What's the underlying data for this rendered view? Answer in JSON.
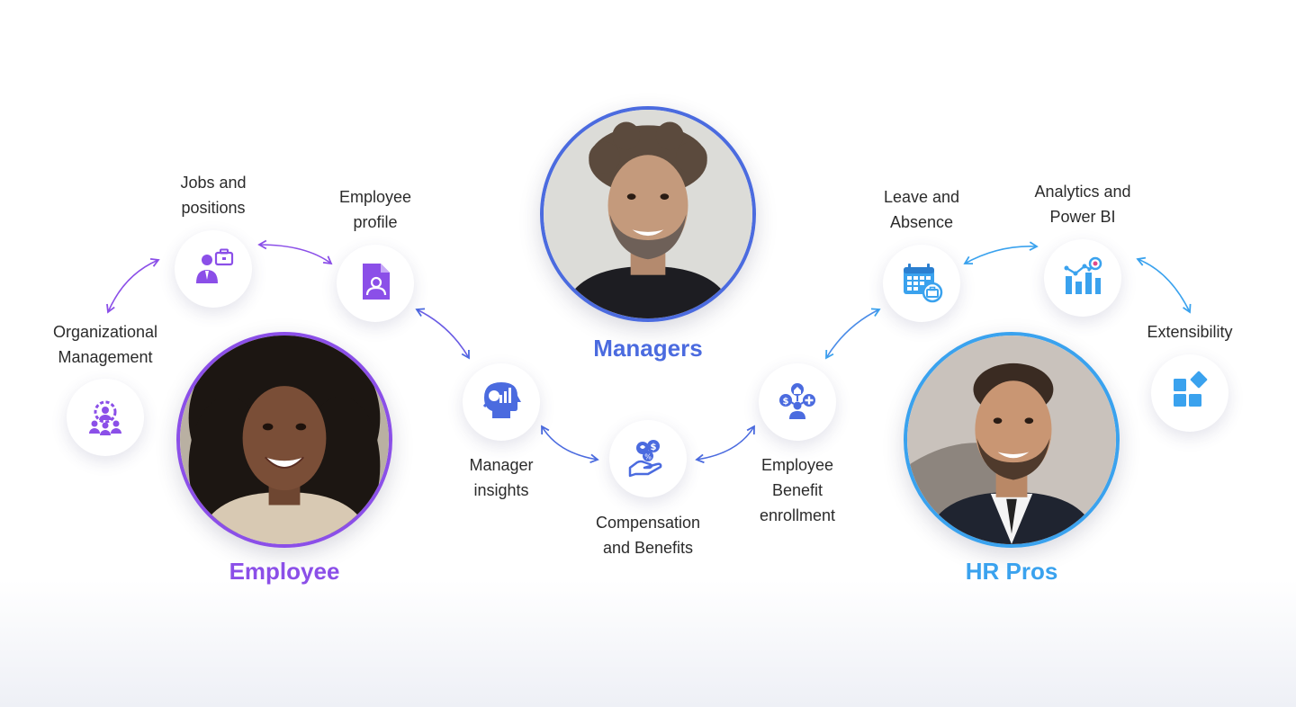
{
  "colors": {
    "employee": "#8b4fe8",
    "managers": "#4b6bdf",
    "hr": "#3aa2ee"
  },
  "roles": {
    "employee": "Employee",
    "managers": "Managers",
    "hr": "HR Pros"
  },
  "features": {
    "org_mgmt": {
      "label": "Organizational\nManagement",
      "icon": "org-management-icon"
    },
    "jobs": {
      "label": "Jobs and\npositions",
      "icon": "jobs-positions-icon"
    },
    "profile": {
      "label": "Employee\nprofile",
      "icon": "employee-profile-icon"
    },
    "insights": {
      "label": "Manager\ninsights",
      "icon": "manager-insights-icon"
    },
    "compensation": {
      "label": "Compensation\nand Benefits",
      "icon": "compensation-icon"
    },
    "enrollment": {
      "label": "Employee\nBenefit\nenrollment",
      "icon": "benefit-enrollment-icon"
    },
    "leave": {
      "label": "Leave and\nAbsence",
      "icon": "leave-absence-icon"
    },
    "analytics": {
      "label": "Analytics and\nPower BI",
      "icon": "analytics-icon"
    },
    "extensibility": {
      "label": "Extensibility",
      "icon": "extensibility-icon"
    }
  }
}
